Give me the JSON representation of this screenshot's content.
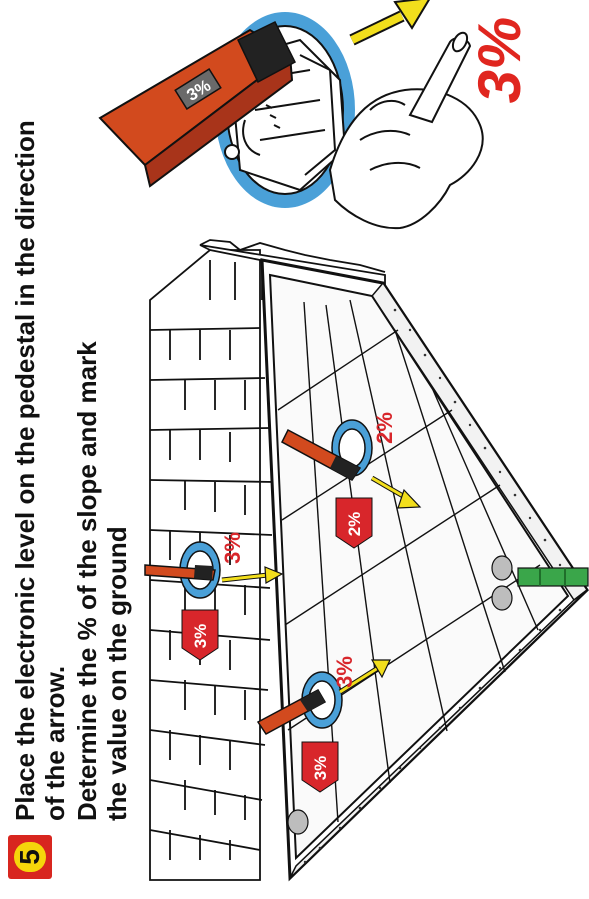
{
  "step": {
    "number": "5",
    "lines": [
      "Place the electronic level on the pedestal in the direction",
      "of the arrow.",
      "Determine the % of the slope and mark",
      "the value on the ground"
    ]
  },
  "labels": {
    "detail_level_display": "3%",
    "detail_handwritten": "3%",
    "level_a": "3%",
    "tag_a": "3%",
    "level_b": "2%",
    "tag_b": "2%",
    "level_c": "3%",
    "tag_c": "3%"
  },
  "colors": {
    "level_orange": "#d24a1e",
    "arrow_yellow": "#f2de1c",
    "ring_blue": "#4aa0d8",
    "tag_red": "#d8262b",
    "badge_red": "#d8261f",
    "badge_yellow": "#f5d60b",
    "pipe_green": "#3aa64a"
  }
}
